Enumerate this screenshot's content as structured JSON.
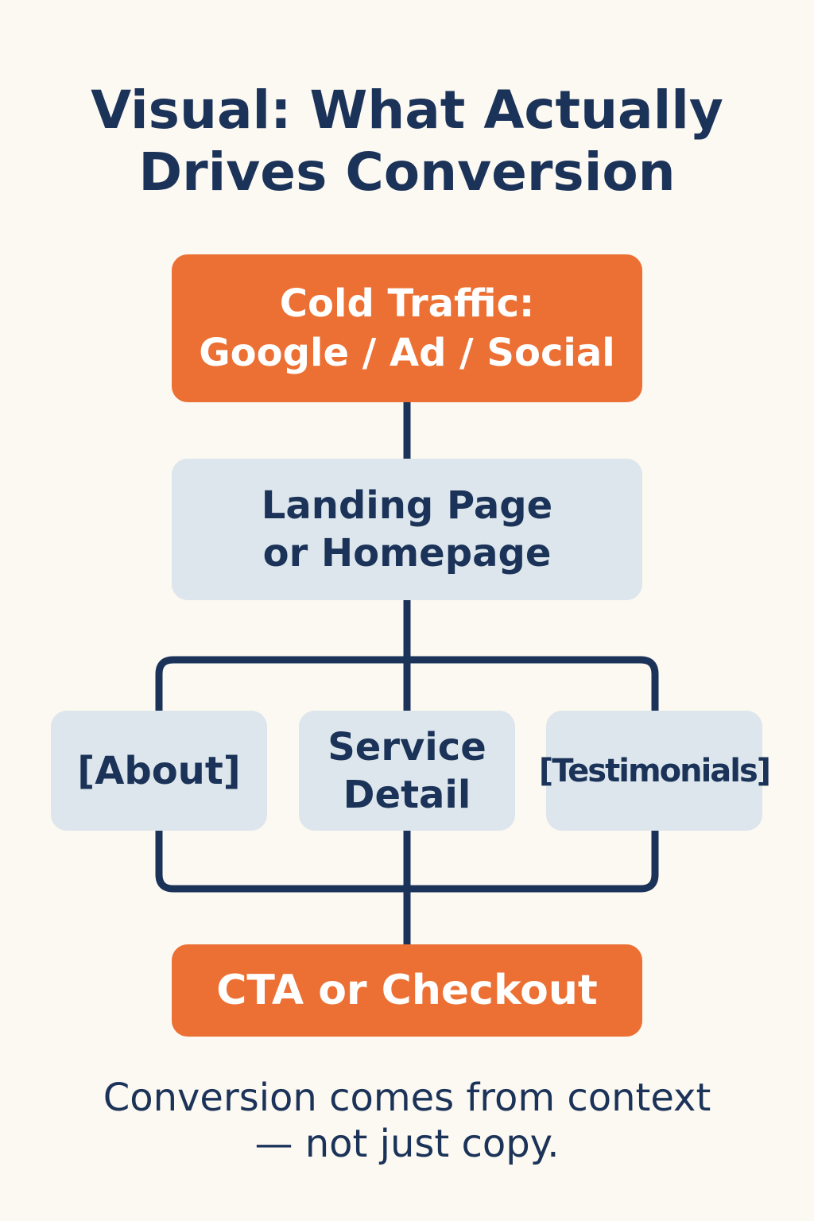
{
  "title": {
    "line1": "Visual: What Actually",
    "line2": "Drives Conversion"
  },
  "nodes": {
    "traffic": {
      "line1": "Cold Traffic:",
      "line2": "Google / Ad / Social"
    },
    "landing": {
      "line1": "Landing Page",
      "line2": "or Homepage"
    },
    "about": {
      "label": "[About]"
    },
    "service": {
      "line1": "Service",
      "line2": "Detail"
    },
    "testimonials": {
      "label": "[Testimonials]"
    },
    "cta": {
      "label": "CTA or Checkout"
    }
  },
  "caption": {
    "line1": "Conversion comes from context",
    "line2": "— not just copy."
  },
  "colors": {
    "background": "#fcf8f2",
    "navy": "#1b3358",
    "orange": "#ec7033",
    "light_blue": "#dde6ec"
  }
}
